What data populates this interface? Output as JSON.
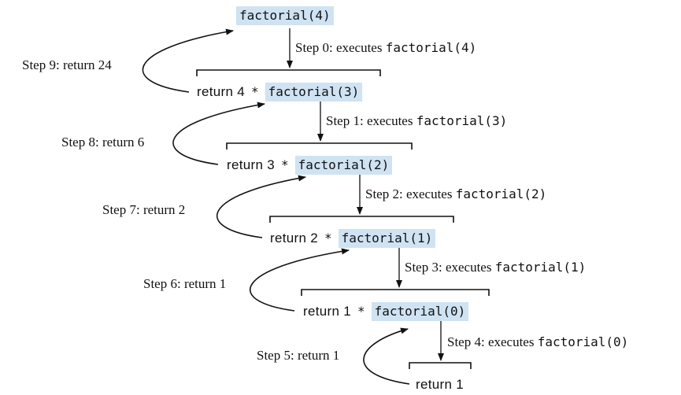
{
  "colors": {
    "highlight": "#cfe3f3",
    "ink": "#111111"
  },
  "top_call": "factorial(4)",
  "rows": [
    {
      "prefix": "return 4",
      "op": "*",
      "call": "factorial(3)"
    },
    {
      "prefix": "return 3",
      "op": "*",
      "call": "factorial(2)"
    },
    {
      "prefix": "return 2",
      "op": "*",
      "call": "factorial(1)"
    },
    {
      "prefix": "return 1",
      "op": "*",
      "call": "factorial(0)"
    },
    {
      "prefix": "return 1"
    }
  ],
  "steps": [
    {
      "text": "Step 0: executes ",
      "code": "factorial(4)"
    },
    {
      "text": "Step 1: executes ",
      "code": "factorial(3)"
    },
    {
      "text": "Step 2: executes ",
      "code": "factorial(2)"
    },
    {
      "text": "Step 3: executes ",
      "code": "factorial(1)"
    },
    {
      "text": "Step 4: executes ",
      "code": "factorial(0)"
    }
  ],
  "returns": [
    "Step 5: return 1",
    "Step 6: return 1",
    "Step 7: return 2",
    "Step 8: return 6",
    "Step 9: return 24"
  ]
}
